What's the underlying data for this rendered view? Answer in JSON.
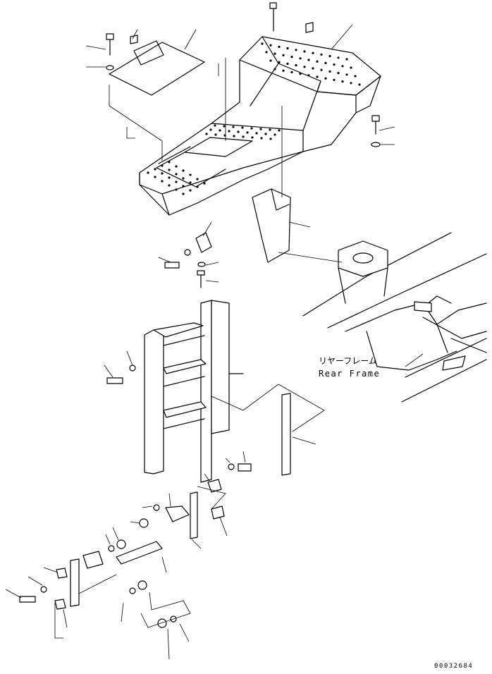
{
  "frame_label": {
    "japanese": "リヤーフレーム",
    "english": "Rear Frame"
  },
  "drawing_number": "00032684"
}
